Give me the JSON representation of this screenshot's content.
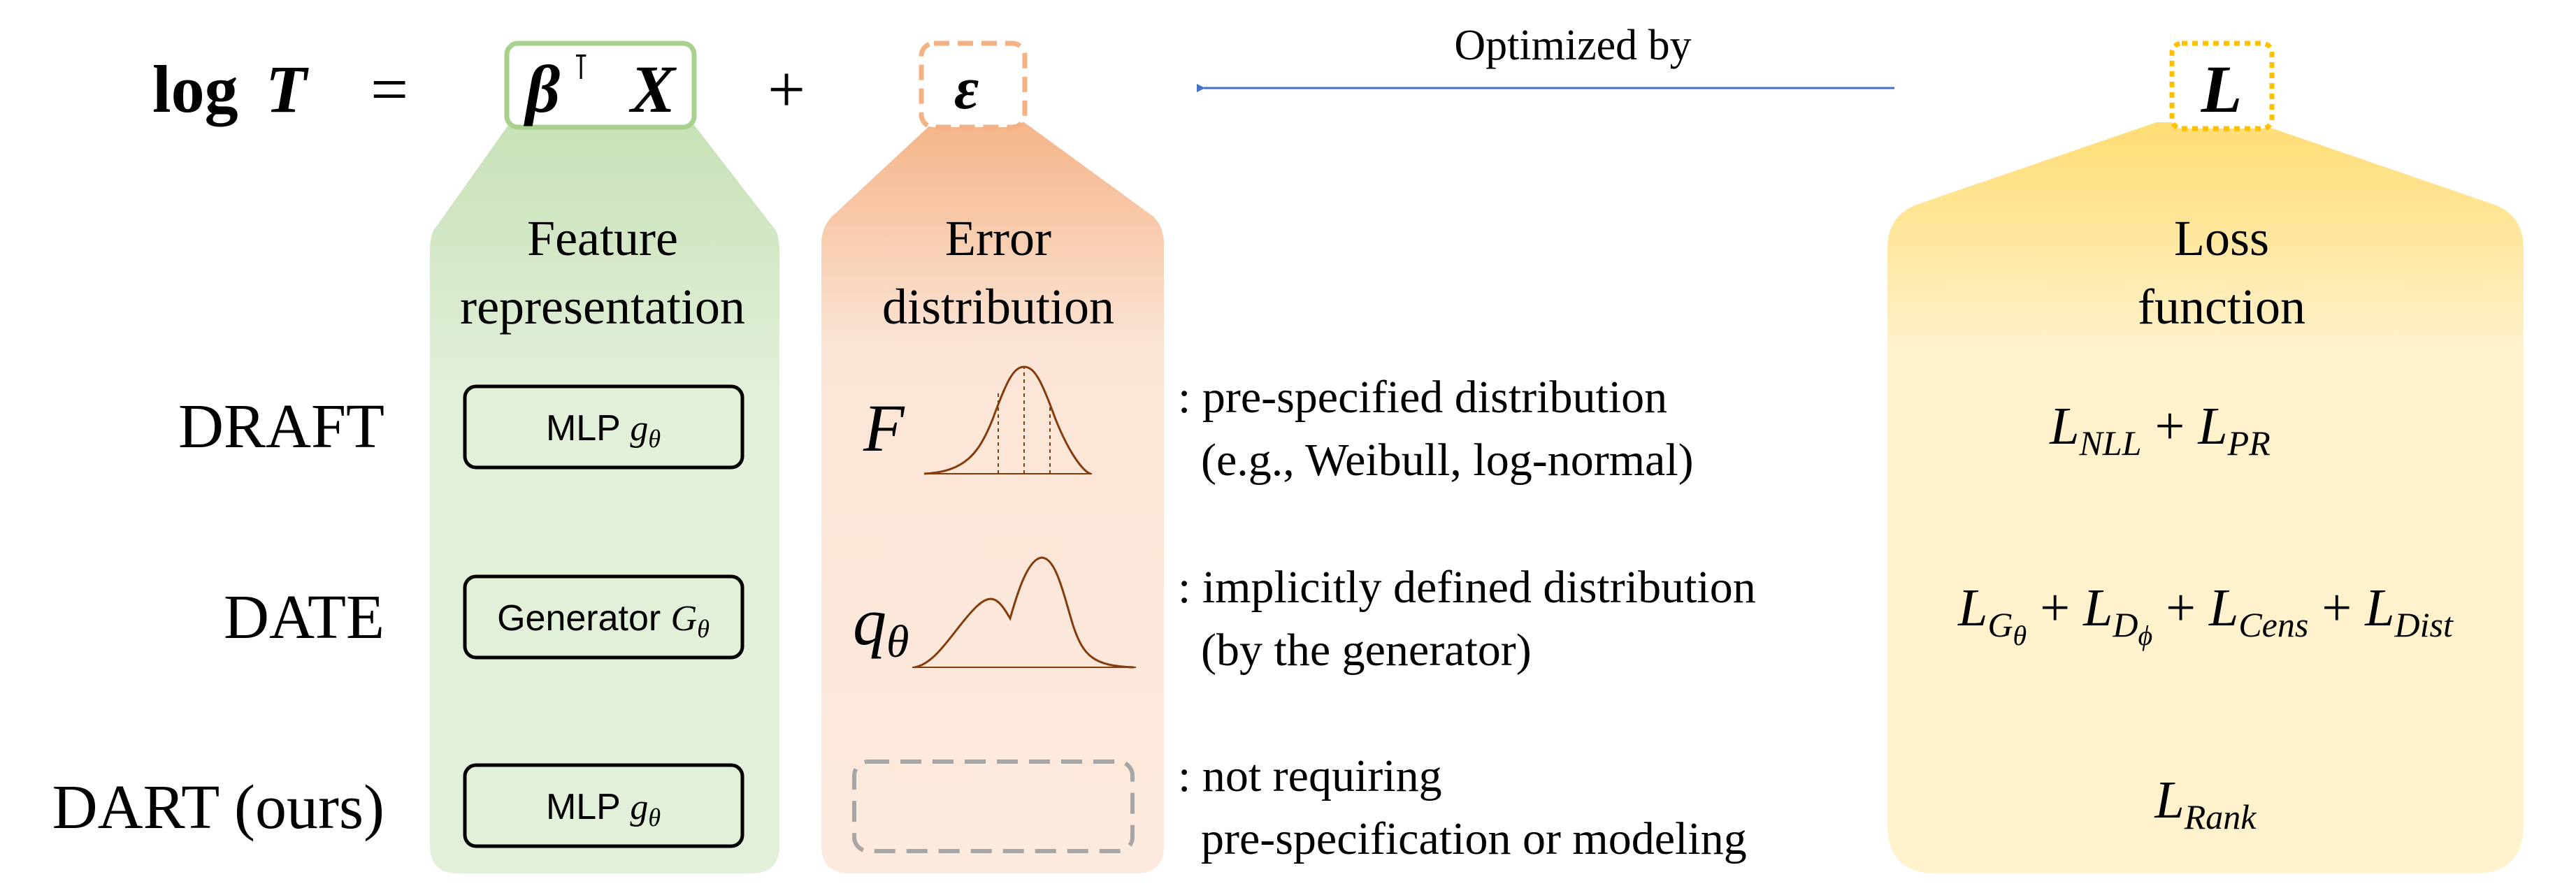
{
  "equation": {
    "lhs_log": "log",
    "lhs_T": "T",
    "equals": "=",
    "beta": "β",
    "transpose": "⊺",
    "X": "X",
    "plus": "+",
    "epsilon": "ε",
    "loss_symbol": "L",
    "optimized_by": "Optimized by"
  },
  "columns": {
    "feature": [
      "Feature",
      "representation"
    ],
    "error": [
      "Error",
      "distribution"
    ],
    "loss": [
      "Loss",
      "function"
    ]
  },
  "rows": [
    {
      "method": "DRAFT",
      "feature_box": {
        "text": "MLP ",
        "math": "g",
        "sub": "θ"
      },
      "error_symbol": {
        "main": "F",
        "sub": ""
      },
      "description": [
        ": pre-specified distribution",
        "(e.g., Weibull, log-normal)"
      ],
      "loss": [
        {
          "main": "L",
          "sub": "NLL"
        },
        {
          "op": " + "
        },
        {
          "main": "L",
          "sub": "PR"
        }
      ]
    },
    {
      "method": "DATE",
      "feature_box": {
        "text": "Generator ",
        "math": "G",
        "sub": "θ"
      },
      "error_symbol": {
        "main": "q",
        "sub": "θ"
      },
      "description": [
        ": implicitly defined distribution",
        "(by the generator)"
      ],
      "loss": [
        {
          "main": "L",
          "sub": "G",
          "subsub": "θ"
        },
        {
          "op": " + "
        },
        {
          "main": "L",
          "sub": "D",
          "subsub": "ϕ"
        },
        {
          "op": " + "
        },
        {
          "main": "L",
          "sub": "Cens"
        },
        {
          "op": " + "
        },
        {
          "main": "L",
          "sub": "Dist"
        }
      ]
    },
    {
      "method": "DART (ours)",
      "feature_box": {
        "text": "MLP ",
        "math": "g",
        "sub": "θ"
      },
      "error_symbol": null,
      "description": [
        ": not requiring",
        "pre-specification or modeling"
      ],
      "loss": [
        {
          "main": "L",
          "sub": "Rank"
        }
      ]
    }
  ],
  "colors": {
    "feature_fill": "#e2efd9",
    "feature_border": "#a9d18e",
    "error_fill": "#fbe5d6",
    "error_border": "#f4b183",
    "loss_fill": "#fff2cc",
    "loss_border": "#ffc000",
    "arrow": "#4472c4",
    "curve": "#843c0c",
    "dashed_box": "#a6a6a6"
  }
}
